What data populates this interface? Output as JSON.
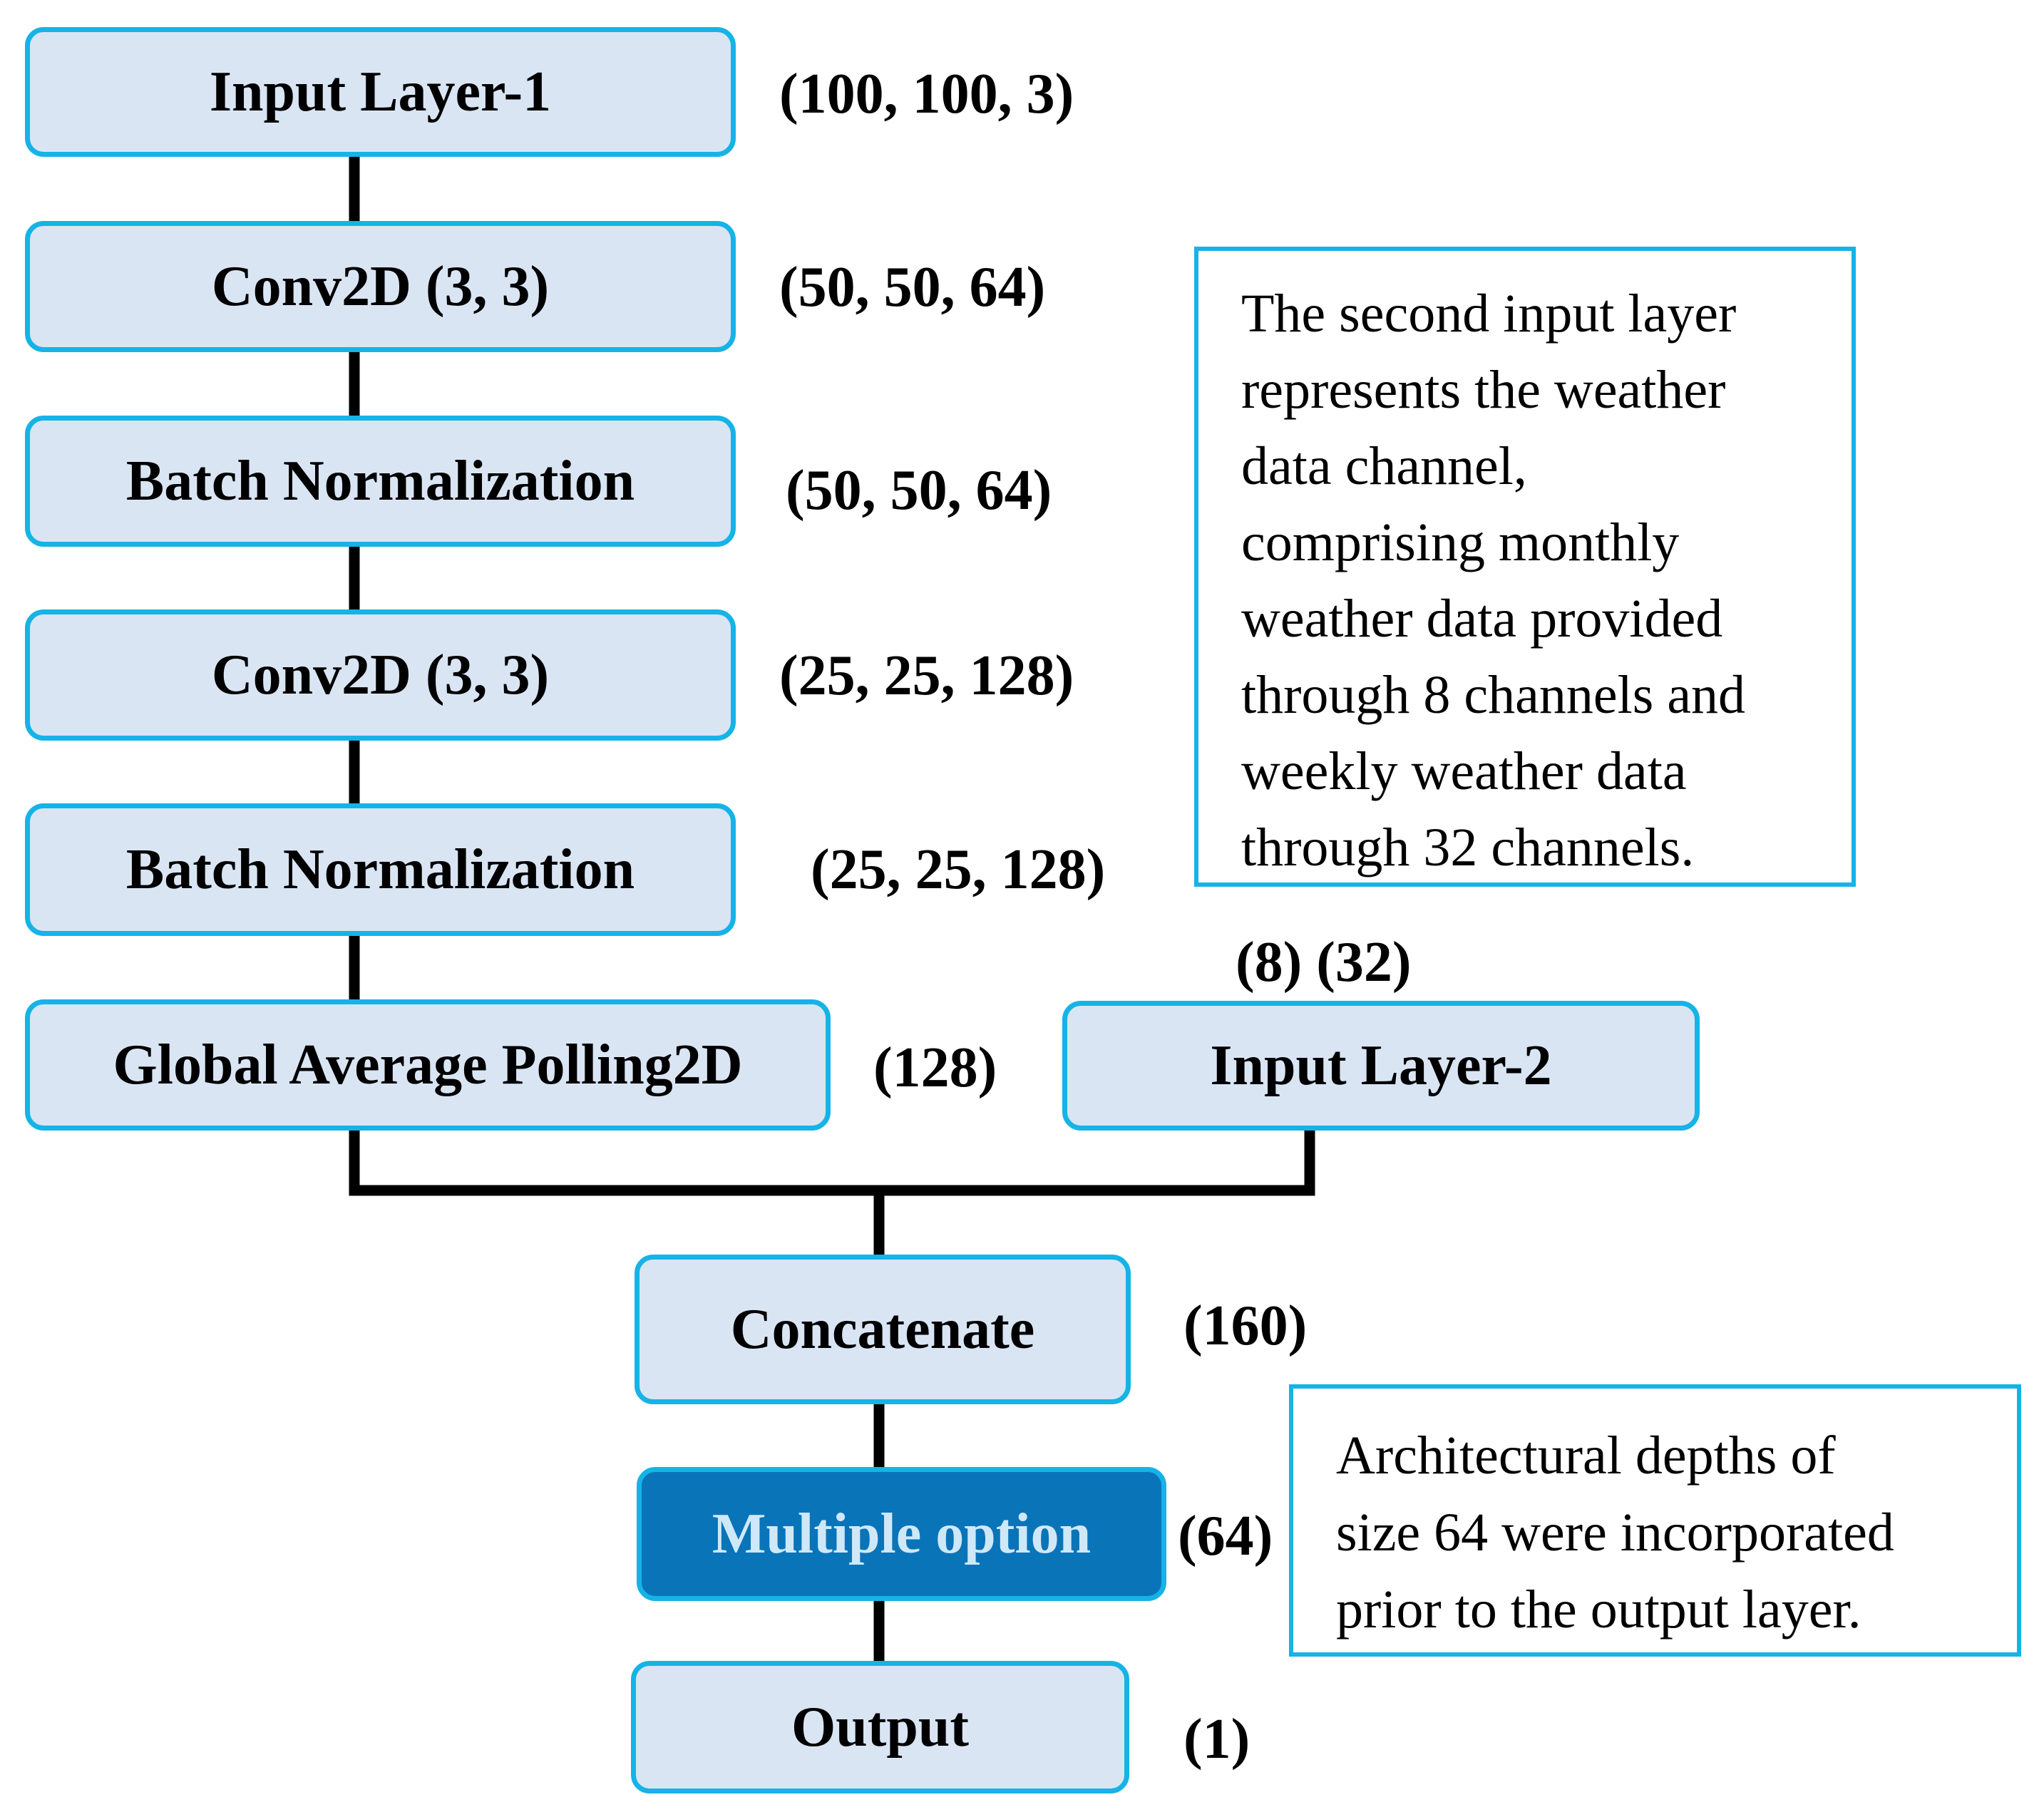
{
  "colors": {
    "node_fill": "#dae5f4",
    "node_border": "#16b3e6",
    "highlight_fill": "#0a74b9",
    "highlight_text": "#cfe8f8",
    "connector": "#000000",
    "note_border": "#16b3e6"
  },
  "layers": {
    "input1": {
      "label": "Input Layer-1",
      "shape": "(100, 100, 3)"
    },
    "conv1": {
      "label": "Conv2D (3, 3)",
      "shape": "(50, 50, 64)"
    },
    "bn1": {
      "label": "Batch Normalization",
      "shape": "(50, 50, 64)"
    },
    "conv2": {
      "label": "Conv2D (3, 3)",
      "shape": "(25, 25, 128)"
    },
    "bn2": {
      "label": "Batch Normalization",
      "shape": "(25, 25, 128)"
    },
    "gap": {
      "label": "Global Average Polling2D",
      "shape": "(128)"
    },
    "input2": {
      "label": "Input Layer-2",
      "shape": "(8) (32)"
    },
    "concat": {
      "label": "Concatenate",
      "shape": "(160)"
    },
    "multi": {
      "label": "Multiple option",
      "shape": "(64)"
    },
    "output": {
      "label": "Output",
      "shape": "(1)"
    }
  },
  "notes": {
    "input2_note": "The second input layer\nrepresents the weather\ndata channel,\ncomprising monthly\nweather data provided\nthrough 8 channels and\nweekly weather data\nthrough 32 channels.",
    "depth_note": "Architectural depths of\nsize 64 were incorporated\nprior to the output layer."
  }
}
